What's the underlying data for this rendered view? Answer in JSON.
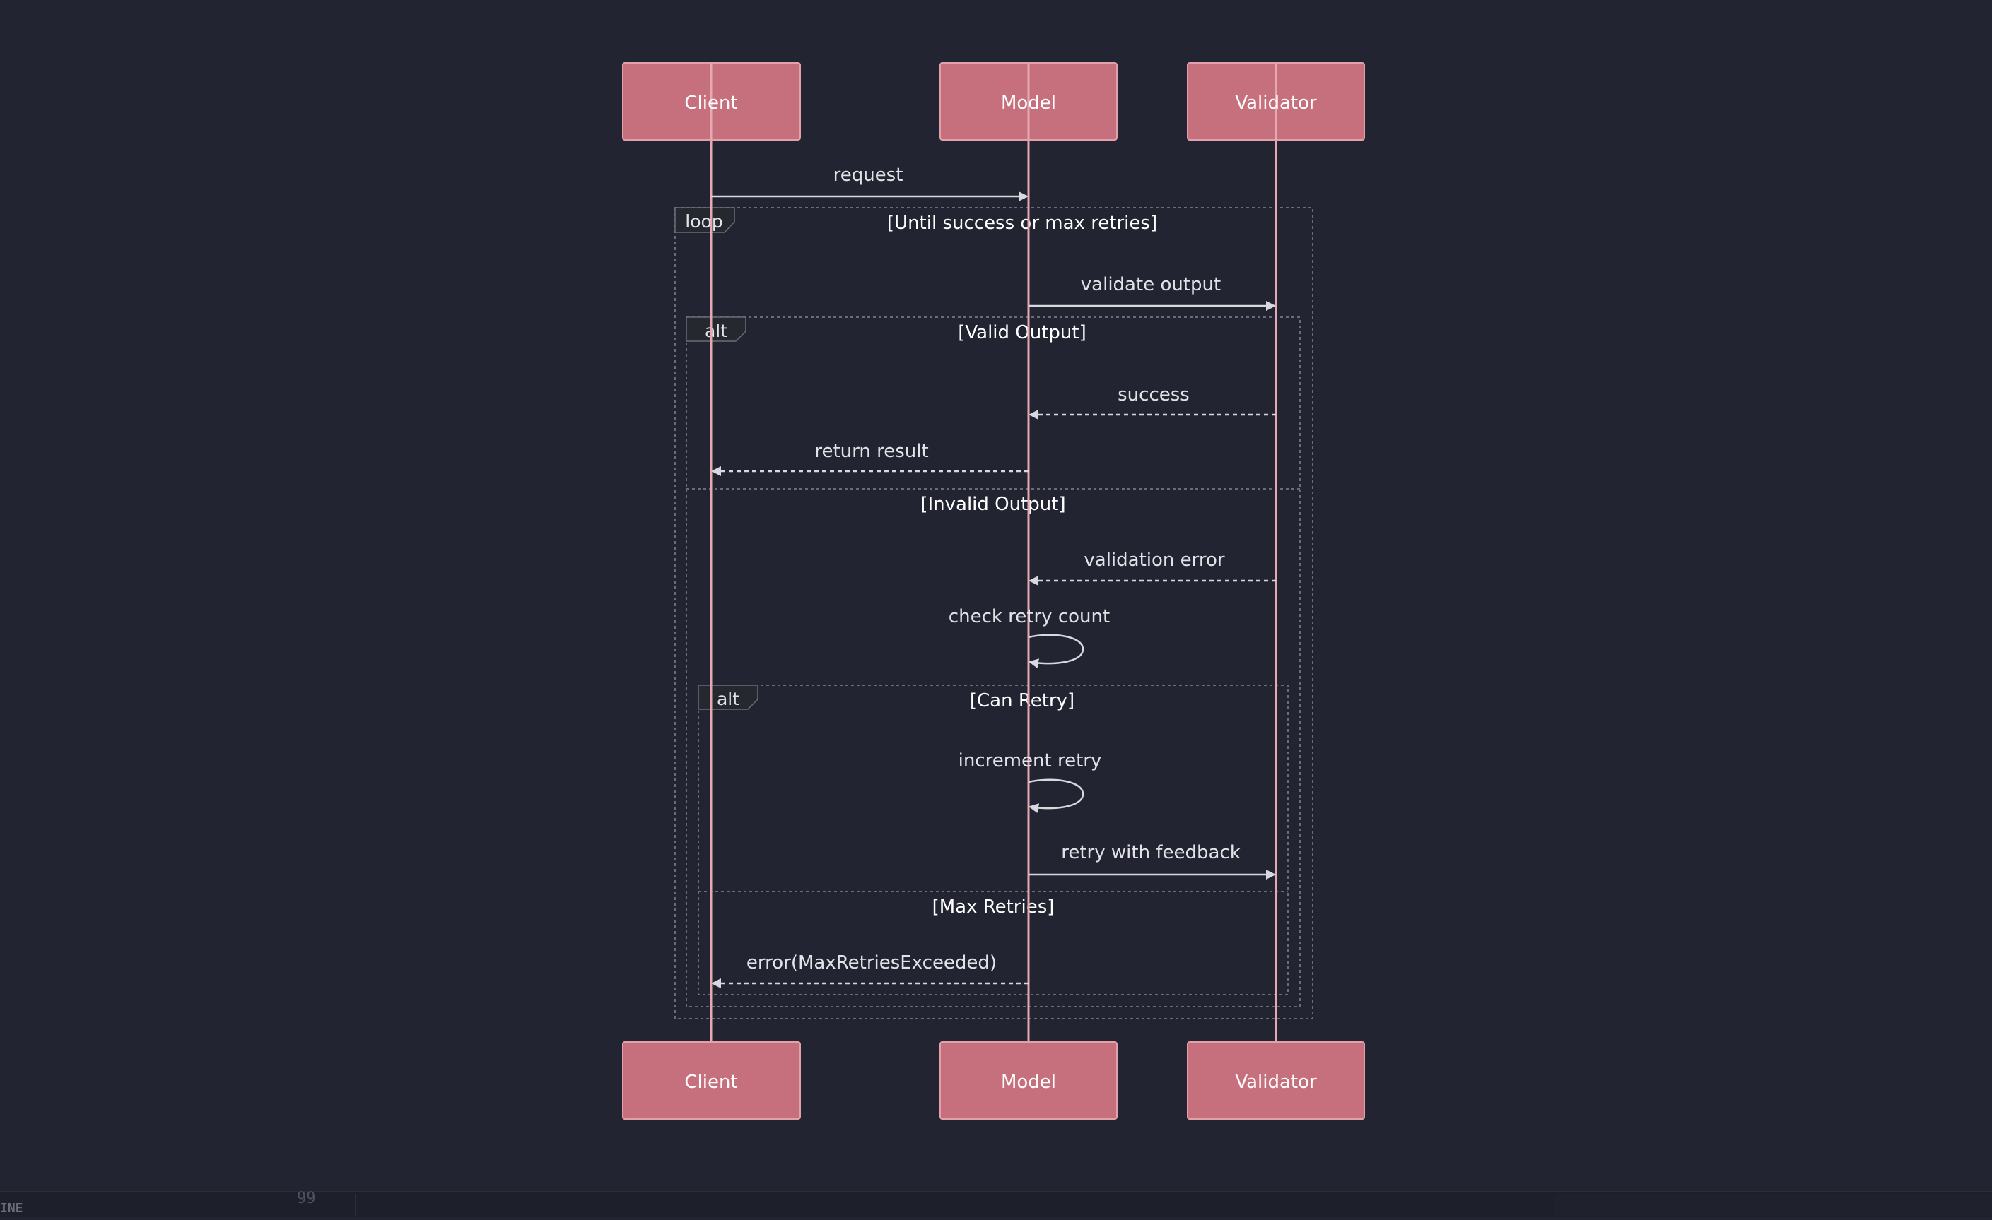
{
  "diagram": {
    "participants": [
      {
        "id": "client",
        "label": "Client"
      },
      {
        "id": "model",
        "label": "Model"
      },
      {
        "id": "validator",
        "label": "Validator"
      }
    ],
    "messages": [
      {
        "id": "request",
        "label": "request"
      },
      {
        "id": "validate_output",
        "label": "validate output"
      },
      {
        "id": "success",
        "label": "success"
      },
      {
        "id": "return_result",
        "label": "return result"
      },
      {
        "id": "validation_error",
        "label": "validation error"
      },
      {
        "id": "check_retry_count",
        "label": "check retry count"
      },
      {
        "id": "increment_retry",
        "label": "increment retry"
      },
      {
        "id": "retry_with_feedback",
        "label": "retry with feedback"
      },
      {
        "id": "error_max",
        "label": "error(MaxRetriesExceeded)"
      }
    ],
    "fragments": {
      "loop": {
        "keyword": "loop",
        "condition": "[Until success or max retries]"
      },
      "alt_outer": {
        "keyword": "alt",
        "condition": "[Valid Output]",
        "else_condition": "[Invalid Output]"
      },
      "alt_inner": {
        "keyword": "alt",
        "condition": "[Can Retry]",
        "else_condition": "[Max Retries]"
      }
    },
    "colors": {
      "background": "#222431",
      "actor_fill": "#c7707d",
      "actor_border": "#e2a0aa",
      "lifeline": "#e6a9b2",
      "arrow": "#d8d8de",
      "text": "#e2e2e8",
      "fragment_border": "#6a6c78"
    }
  },
  "footer": {
    "mode_label": "INE",
    "line_number": "99"
  }
}
